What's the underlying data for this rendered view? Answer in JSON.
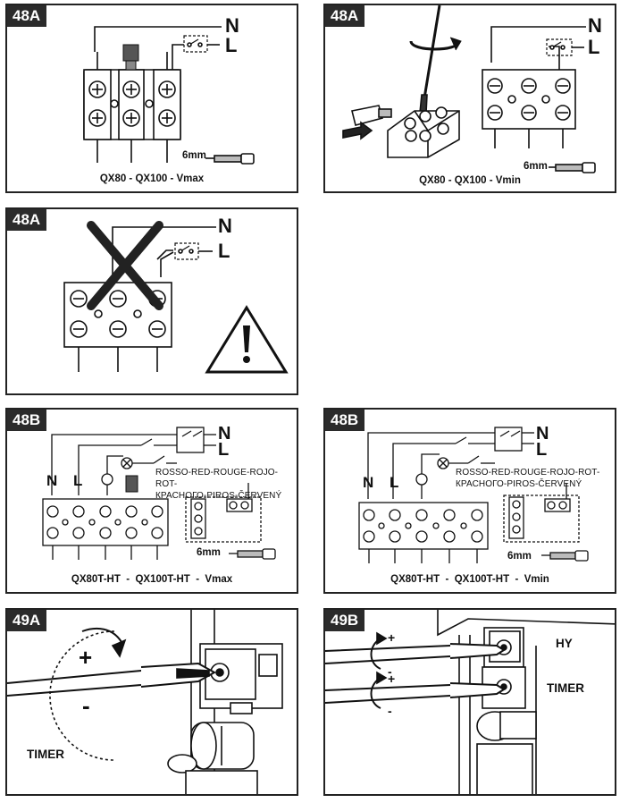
{
  "panels": {
    "p1": {
      "tag": "48A",
      "caption": "QX80 - QX100 - Vmax",
      "n": "N",
      "l": "L",
      "wire": "6mm"
    },
    "p2": {
      "tag": "48A",
      "caption": "QX80 - QX100 - Vmin",
      "n": "N",
      "l": "L",
      "wire": "6mm"
    },
    "p3": {
      "tag": "48A",
      "n": "N",
      "l": "L"
    },
    "p4": {
      "tag": "48B",
      "caption": "QX80T-HT  -  QX100T-HT  -  Vmax",
      "n": "N",
      "l": "L",
      "term_n": "N",
      "term_l": "L",
      "colors_line1": "ROSSO-RED-ROUGE-ROJO-ROT-",
      "colors_line2": "КРАСНОГО-PIROS-ČERVENÝ",
      "wire": "6mm"
    },
    "p5": {
      "tag": "48B",
      "caption": "QX80T-HT  -  QX100T-HT  -  Vmin",
      "n": "N",
      "l": "L",
      "term_n": "N",
      "term_l": "L",
      "colors_line1": "ROSSO-RED-ROUGE-ROJO-ROT-",
      "colors_line2": "КРАСНОГО-PIROS-ČERVENÝ",
      "wire": "6mm"
    },
    "p6": {
      "tag": "49A",
      "plus": "+",
      "minus": "-",
      "label": "TIMER"
    },
    "p7": {
      "tag": "49B",
      "plus1": "+",
      "minus1": "-",
      "plus2": "+",
      "minus2": "-",
      "label_hy": "HY",
      "label_timer": "TIMER"
    }
  },
  "icons": [
    "screwdriver-icon",
    "rotate-arrow-icon",
    "warning-icon",
    "cross-icon",
    "lamp-icon",
    "clock-icon",
    "switch-icon"
  ],
  "colors": {
    "tag_bg": "#2b2b2b",
    "line": "#111111",
    "plug": "#555555"
  }
}
